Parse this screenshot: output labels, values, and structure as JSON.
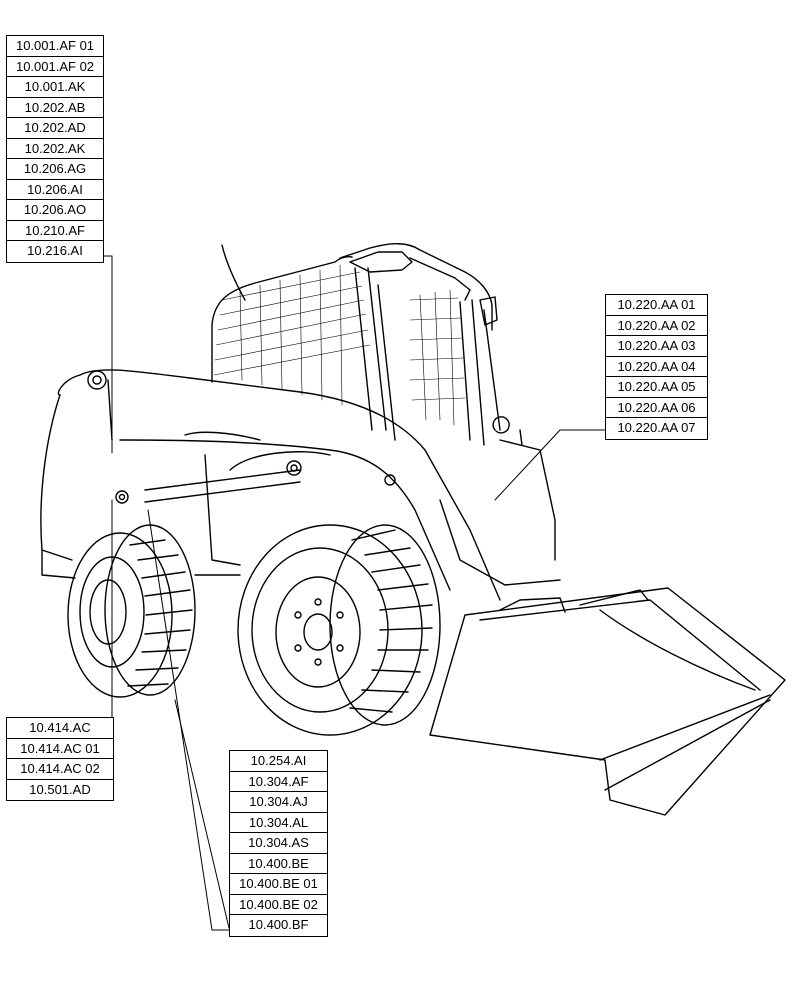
{
  "labels": {
    "top_left": [
      "10.001.AF 01",
      "10.001.AF 02",
      "10.001.AK",
      "10.202.AB",
      "10.202.AD",
      "10.202.AK",
      "10.206.AG",
      "10.206.AI",
      "10.206.AO",
      "10.210.AF",
      "10.216.AI"
    ],
    "top_right": [
      "10.220.AA 01",
      "10.220.AA 02",
      "10.220.AA 03",
      "10.220.AA 04",
      "10.220.AA 05",
      "10.220.AA 06",
      "10.220.AA 07"
    ],
    "bottom_left": [
      "10.414.AC",
      "10.414.AC 01",
      "10.414.AC 02",
      "10.501.AD"
    ],
    "bottom_center": [
      "10.254.AI",
      "10.304.AF",
      "10.304.AJ",
      "10.304.AL",
      "10.304.AS",
      "10.400.BE",
      "10.400.BE 01",
      "10.400.BE 02",
      "10.400.BF"
    ]
  },
  "colors": {
    "line": "#000000",
    "background": "#ffffff"
  }
}
